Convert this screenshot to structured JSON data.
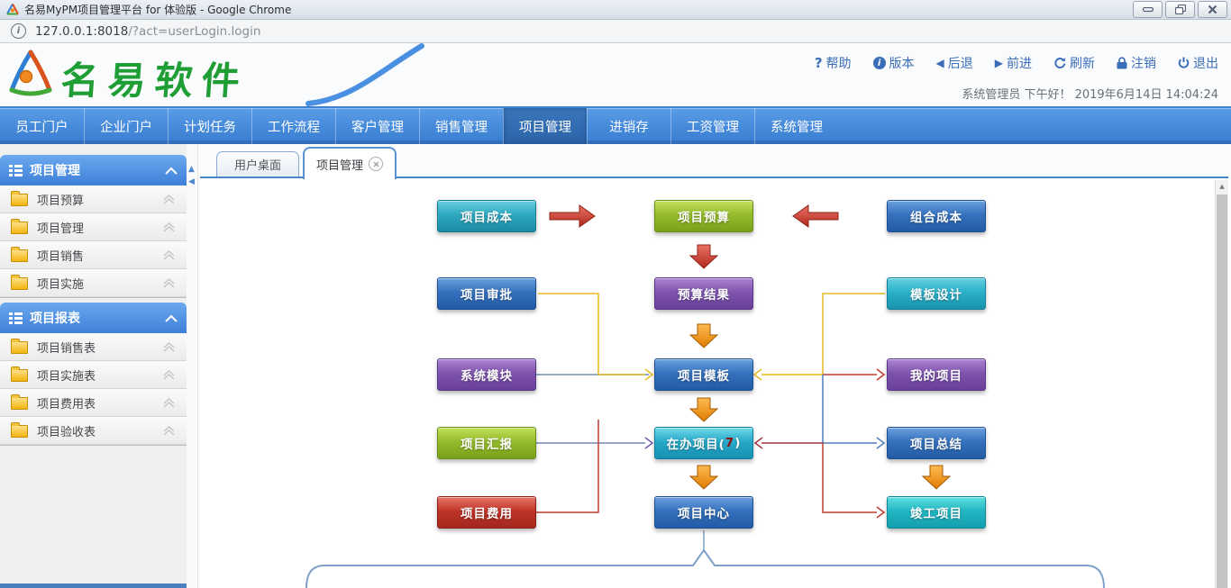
{
  "window": {
    "title": "名易MyPM项目管理平台 for 体验版 - Google Chrome"
  },
  "address_bar": {
    "host": "127.0.0.1:8018",
    "path": "/?act=userLogin.login"
  },
  "header": {
    "brand": "名易软件",
    "links": [
      {
        "label": "帮助",
        "icon": "help-icon"
      },
      {
        "label": "版本",
        "icon": "info-icon"
      },
      {
        "label": "后退",
        "icon": "back-icon"
      },
      {
        "label": "前进",
        "icon": "forward-icon"
      },
      {
        "label": "刷新",
        "icon": "refresh-icon"
      },
      {
        "label": "注销",
        "icon": "lock-icon"
      },
      {
        "label": "退出",
        "icon": "power-icon"
      }
    ],
    "status": "系统管理员 下午好！ 2019年6月14日 14:04:24"
  },
  "nav": {
    "items": [
      {
        "label": "员工门户",
        "active": false
      },
      {
        "label": "企业门户",
        "active": false
      },
      {
        "label": "计划任务",
        "active": false
      },
      {
        "label": "工作流程",
        "active": false
      },
      {
        "label": "客户管理",
        "active": false
      },
      {
        "label": "销售管理",
        "active": false
      },
      {
        "label": "项目管理",
        "active": true
      },
      {
        "label": "进销存",
        "active": false
      },
      {
        "label": "工资管理",
        "active": false
      },
      {
        "label": "系统管理",
        "active": false
      }
    ]
  },
  "sidebar": {
    "sections": [
      {
        "title": "项目管理",
        "items": [
          "项目预算",
          "项目管理",
          "项目销售",
          "项目实施"
        ]
      },
      {
        "title": "项目报表",
        "items": [
          "项目销售表",
          "项目实施表",
          "项目费用表",
          "项目验收表"
        ]
      }
    ]
  },
  "tabs": [
    {
      "label": "用户桌面",
      "active": false,
      "closable": false
    },
    {
      "label": "项目管理",
      "active": true,
      "closable": true
    }
  ],
  "flowchart": {
    "nodes": [
      {
        "label": "项目成本",
        "color": "#2fa9c0"
      },
      {
        "label": "项目预算",
        "color": "#94bc2c"
      },
      {
        "label": "组合成本",
        "color": "#3571bd"
      },
      {
        "label": "项目审批",
        "color": "#3571bd"
      },
      {
        "label": "预算结果",
        "color": "#7e54ae"
      },
      {
        "label": "模板设计",
        "color": "#2bb1c9"
      },
      {
        "label": "系统模块",
        "color": "#7e54ae"
      },
      {
        "label": "项目模板",
        "color": "#3571bd"
      },
      {
        "label": "我的项目",
        "color": "#7e54ae"
      },
      {
        "label": "项目汇报",
        "color": "#94bc2c"
      },
      {
        "label": "在办项目(",
        "count": "7",
        "suffix": ")",
        "color": "#29a8c8"
      },
      {
        "label": "项目总结",
        "color": "#3571bd"
      },
      {
        "label": "项目费用",
        "color": "#c03428"
      },
      {
        "label": "项目中心",
        "color": "#3571bd"
      },
      {
        "label": "竣工项目",
        "color": "#23b6c2"
      }
    ],
    "block_arrows": [
      {
        "from": "项目成本",
        "to": "项目预算",
        "direction": "right",
        "color": "red"
      },
      {
        "from": "组合成本",
        "to": "项目预算",
        "direction": "left",
        "color": "red"
      },
      {
        "from": "项目预算",
        "to": "预算结果",
        "direction": "down",
        "color": "red"
      },
      {
        "from": "预算结果",
        "to": "项目模板",
        "direction": "down",
        "color": "orange"
      },
      {
        "from": "项目模板",
        "to": "在办项目",
        "direction": "down",
        "color": "orange"
      },
      {
        "from": "在办项目",
        "to": "项目中心",
        "direction": "down",
        "color": "orange"
      },
      {
        "from": "项目总结",
        "to": "竣工项目",
        "direction": "down",
        "color": "orange"
      }
    ],
    "connectors": [
      {
        "from": "项目审批",
        "to": "项目模板",
        "color": "yellow"
      },
      {
        "from": "系统模块",
        "to": "项目模板",
        "color": "steel"
      },
      {
        "from": "模板设计",
        "to": "项目模板",
        "color": "yellow"
      },
      {
        "from": "通道",
        "to": "我的项目",
        "color": "red"
      },
      {
        "from": "通道",
        "to": "项目总结",
        "color": "blue"
      },
      {
        "from": "通道",
        "to": "在办项目",
        "color": "darkred"
      },
      {
        "from": "项目汇报",
        "to": "在办项目",
        "color": "purple"
      },
      {
        "from": "通道",
        "to": "竣工项目",
        "color": "red"
      },
      {
        "from": "项目费用",
        "to": "通道",
        "color": "red"
      },
      {
        "from": "项目中心",
        "to": "容器",
        "color": "blue"
      }
    ]
  },
  "colors": {
    "nav_blue": "#4489da",
    "nav_active": "#2c63a8",
    "link_blue": "#3a6db8",
    "brand_green": "#1f9e35",
    "tab_border": "#5a93d8",
    "connector_yellow": "#e6b920",
    "connector_red": "#c23b2e",
    "connector_blue": "#4f7fc0"
  }
}
